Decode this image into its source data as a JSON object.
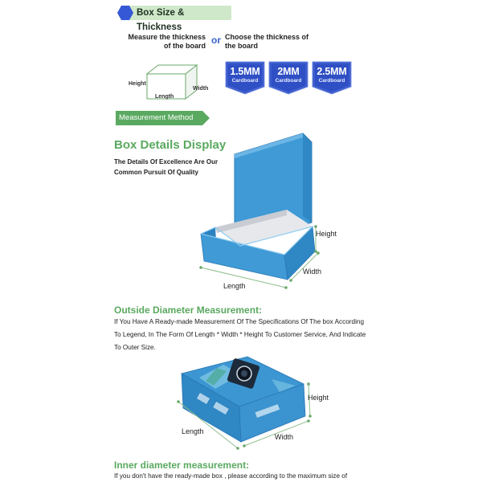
{
  "header": {
    "title": "Box Size & Thickness"
  },
  "measure": {
    "left_text": "Measure the thickness of the board",
    "or_text": "or",
    "right_text": "Choose the thickness of the board"
  },
  "board_options": [
    {
      "value": "1.5MM",
      "label": "Cardboard"
    },
    {
      "value": "2MM",
      "label": "Cardboard"
    },
    {
      "value": "2.5MM",
      "label": "Cardboard"
    }
  ],
  "diagram_labels": {
    "height": "Height",
    "width": "Width",
    "length": "Length"
  },
  "method_label": "Measurement Method",
  "details": {
    "title": "Box Details Display",
    "subtitle": "The Details Of Excellence Are Our Common Pursuit Of Quality"
  },
  "box1_labels": {
    "height": "Height",
    "width": "Width",
    "length": "Length"
  },
  "outside": {
    "title": "Outside Diameter Measurement:",
    "text": "If You Have A Ready-made Measurement Of The Specifications Of The box According To Legend, In The Form Of Length * Width * Height To Customer Service, And Indicate To Outer Size."
  },
  "box2_labels": {
    "height": "Height",
    "width": "Width",
    "length": "Length"
  },
  "inner": {
    "title": "Inner diameter measurement:",
    "text": "If you don't have the ready-made box , please according to the maximum size of"
  },
  "colors": {
    "green": "#5aa960",
    "pill_bg": "#cfe8c9",
    "badge_blue": "#2f4fc4",
    "box_blue": "#3f9ad6",
    "hex_blue": "#3558d6"
  }
}
